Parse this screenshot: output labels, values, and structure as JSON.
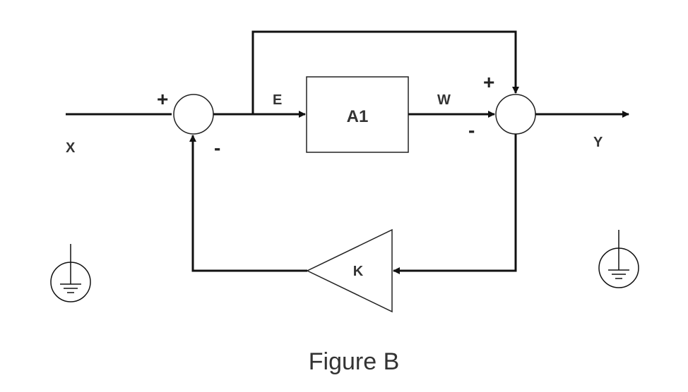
{
  "labels": {
    "input": "X",
    "output": "Y",
    "error": "E",
    "intermediate": "W",
    "block": "A1",
    "gain": "K",
    "caption": "Figure B"
  },
  "signs": {
    "sum1_plus": "+",
    "sum1_minus": "-",
    "sum2_plus": "+",
    "sum2_minus": "-"
  },
  "icons": [
    "ground-icon",
    "ground-icon"
  ],
  "colors": {
    "line": "#111111",
    "text": "#333333",
    "background": "#ffffff"
  }
}
